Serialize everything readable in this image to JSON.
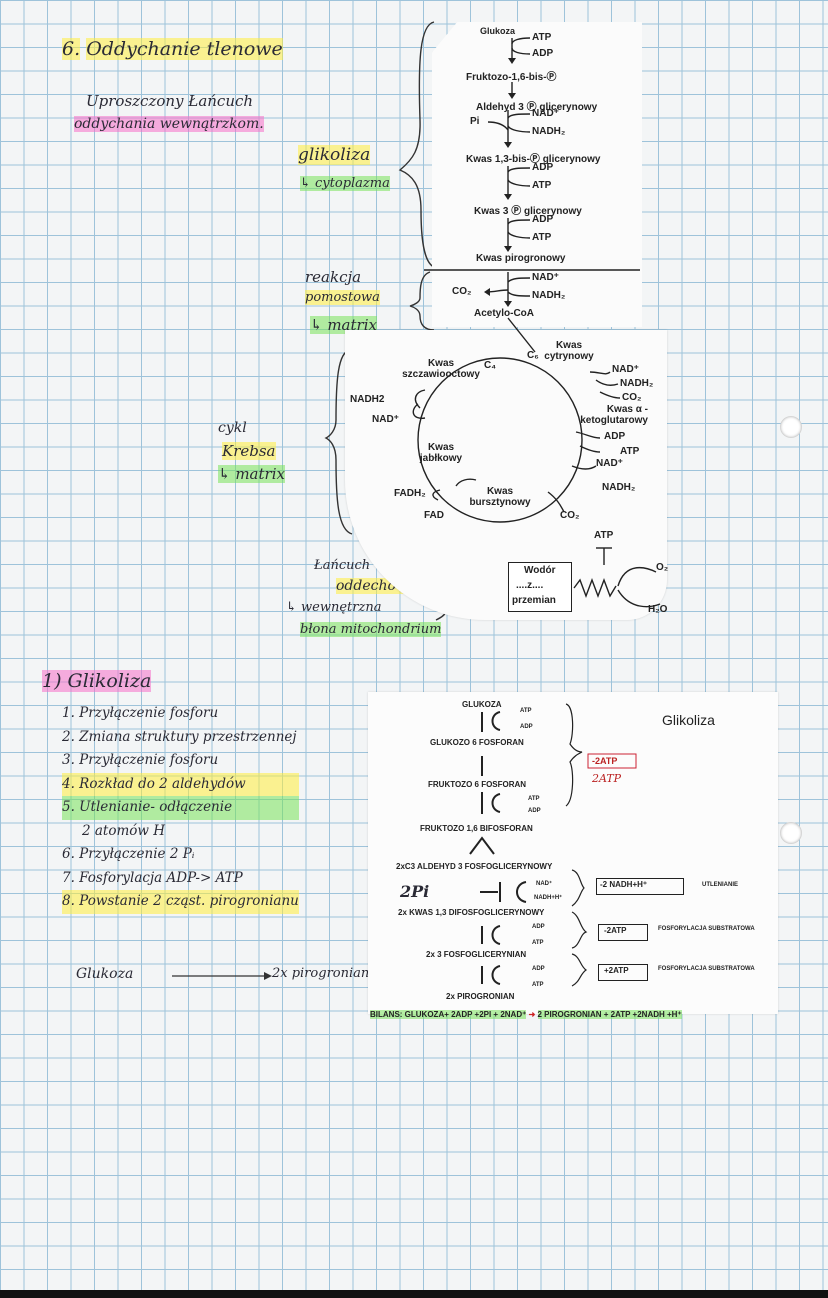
{
  "heading": {
    "number": "6.",
    "title": "Oddychanie tlenowe"
  },
  "subheading": {
    "line1": "Uproszczony Łańcuch",
    "line2": "oddychania wewnątrzkom."
  },
  "side_notes": {
    "glycolysis": "glikoliza",
    "glycolysis_loc": "↳ cytoplazma",
    "link_reaction_1": "reakcja",
    "link_reaction_2": "pomostowa",
    "link_reaction_loc": "↳ matrix",
    "krebs_1": "cykl",
    "krebs_2": "Krebsa",
    "krebs_loc": "↳ matrix",
    "etc_1": "Łańcuch",
    "etc_2": "oddechowy",
    "etc_loc": "↳ wewnętrzna",
    "etc_loc2": "błona mitochondrium"
  },
  "top_diagram": {
    "glukoza": "Glukoza",
    "atp1": "ATP",
    "adp1": "ADP",
    "fruktozo": "Fruktozo-1,6-bis-Ⓟ",
    "aldehyd": "Aldehyd 3 Ⓟ glicerynowy",
    "pi": "Pi",
    "nad_plus": "NAD⁺",
    "nadh2": "NADH₂",
    "kwas13": "Kwas 1,3-bis-Ⓟ glicerynowy",
    "adp2": "ADP",
    "atp2": "ATP",
    "kwas3": "Kwas 3 Ⓟ glicerynowy",
    "adp3": "ADP",
    "atp3": "ATP",
    "pirogronowy": "Kwas pirogronowy",
    "co2": "CO₂",
    "nad_plus2": "NAD⁺",
    "nadh2_2": "NADH₂",
    "acetylo": "Acetylo-CoA",
    "krebs": {
      "kwas_szczaw": "Kwas szczawiooctowy",
      "c4": "C₄",
      "c6": "C₆",
      "kwas_cytryn": "Kwas cytrynowy",
      "nad1": "NAD⁺",
      "nadh1": "NADH₂",
      "co2_1": "CO₂",
      "kwas_keto": "Kwas α - ketoglutarowy",
      "adp": "ADP",
      "atp": "ATP",
      "nad2": "NAD⁺",
      "nadh_2": "NADH₂",
      "nadh2_left": "NADH2",
      "nad_left": "NAD⁺",
      "kwas_jablk": "Kwas jabłkowy",
      "fadh2": "FADH₂",
      "fad": "FAD",
      "kwas_burszt": "Kwas bursztynowy",
      "co2_2": "CO₂"
    },
    "etc": {
      "atp": "ATP",
      "box1": "Wodór",
      "box2": "....z....",
      "box3": "przemian",
      "o2": "O₂",
      "h2o": "H₂O"
    }
  },
  "glikoliza_section": {
    "title": "1) Glikoliza",
    "steps": [
      "1. Przyłączenie fosforu",
      "2. Zmiana struktury przestrzennej",
      "3. Przyłączenie fosforu",
      "4. Rozkład do 2 aldehydów",
      "5. Utlenianie- odłączenie",
      "2 atomów H",
      "6. Przyłączenie 2 Pᵢ",
      "7. Fosforylacja ADP-> ATP",
      "8. Powstanie 2 cząst. pirogronianu"
    ],
    "summary_left": "Glukoza",
    "summary_right": "2x pirogronian"
  },
  "printout": {
    "title": "Glikoliza",
    "glukoza": "GLUKOZA",
    "atp_a": "ATP",
    "adp_a": "ADP",
    "g6p": "GLUKOZO 6 FOSFORAN",
    "f6p": "FRUKTOZO 6 FOSFORAN",
    "atp_b": "ATP",
    "adp_b": "ADP",
    "f16": "FRUKTOZO 1,6 BIFOSFORAN",
    "ald": "2xC3 ALDEHYD 3 FOSFOGLICERYNOWY",
    "twopi": "2Pi",
    "nad": "NAD⁺",
    "nadh": "NADH+H⁺",
    "kwas13": "2x KWAS 1,3 DIFOSFOGLICERYNOWY",
    "adp_c": "ADP",
    "atp_c": "ATP",
    "kwas3": "2x 3 FOSFOGLICERYNIAN",
    "adp_d": "ADP",
    "atp_d": "ATP",
    "piro": "2x PIROGRONIAN",
    "minus2atp": "-2ATP",
    "hand2atp": "2ATP",
    "nadh_box": "-2 NADH+H⁺",
    "utlenianie": "UTLENIANIE",
    "box_2atp1": "-2ATP",
    "fosf1": "FOSFORYLACJA SUBSTRATOWA",
    "box_2atp2": "+2ATP",
    "fosf2": "FOSFORYLACJA SUBSTRATOWA",
    "bilans_left": "BILANS: GLUKOZA+ 2ADP +2PI + 2NAD⁺",
    "bilans_right": "2 PIROGRONIAN + 2ATP +2NADH +H⁺"
  }
}
